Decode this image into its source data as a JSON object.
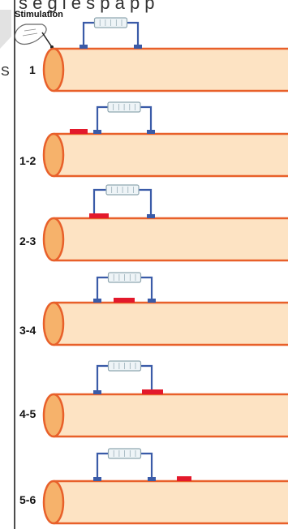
{
  "header_fragment": "s e g i e s p  a p p",
  "side_letter": "S",
  "stimulation_label": "Stimulation",
  "stages": [
    {
      "label": "1"
    },
    {
      "label": "1-2"
    },
    {
      "label": "2-3"
    },
    {
      "label": "3-4"
    },
    {
      "label": "4-5"
    },
    {
      "label": "5-6"
    }
  ],
  "colors": {
    "axon_fill": "#fde3c3",
    "axon_outline": "#e8602a",
    "end_fill": "#f6b26b",
    "electrode": "#3a5ba8",
    "depolarization": "#e3192b",
    "meter_body": "#eef4f7",
    "meter_outline": "#8fa6b0"
  }
}
